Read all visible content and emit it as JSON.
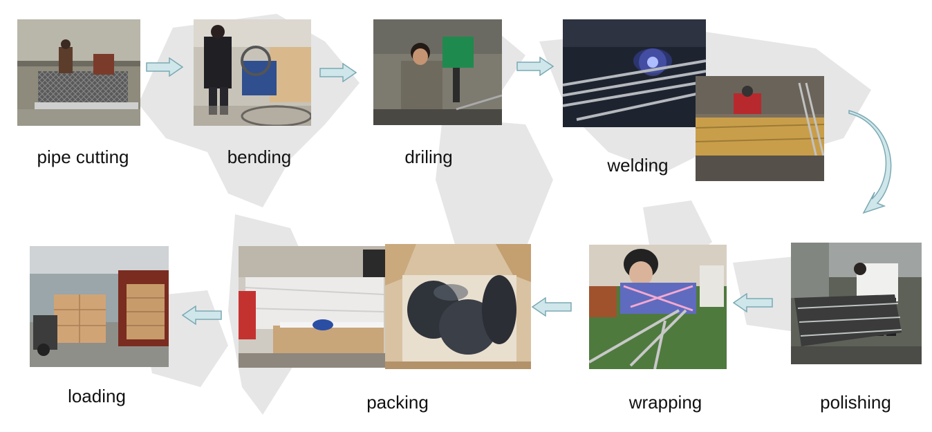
{
  "steps": {
    "pipe_cutting": "pipe cutting",
    "bending": "bending",
    "drilling": "driling",
    "welding": "welding",
    "polishing": "polishing",
    "wrapping": "wrapping",
    "packing": "packing",
    "loading": "loading"
  },
  "colors": {
    "arrow_fill": "#cfe6ea",
    "arrow_stroke": "#7aa9b3",
    "map_gray": "#e3e3e3"
  }
}
